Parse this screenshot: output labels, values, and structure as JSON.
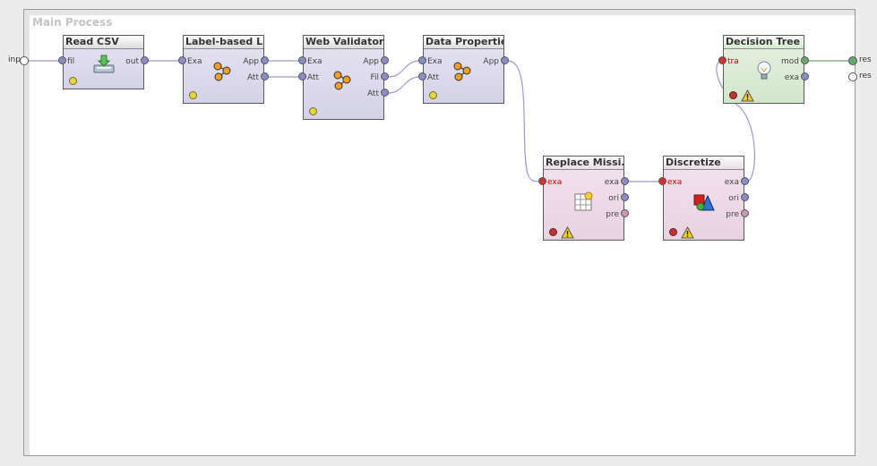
{
  "process": {
    "title": "Main Process"
  },
  "ports": {
    "input": "inp",
    "result1": "res",
    "result2": "res"
  },
  "operators": {
    "read_csv": {
      "title": "Read CSV",
      "in": [
        "fil"
      ],
      "out": [
        "out"
      ]
    },
    "label_based": {
      "title": "Label-based L...",
      "in": [
        "Exa"
      ],
      "out": [
        "App",
        "Att"
      ]
    },
    "web_validator": {
      "title": "Web Validator",
      "in": [
        "Exa",
        "Att"
      ],
      "out": [
        "App",
        "Fil",
        "Att"
      ]
    },
    "data_properties": {
      "title": "Data Properties",
      "in": [
        "Exa",
        "Att"
      ],
      "out": [
        "App"
      ]
    },
    "replace_missing": {
      "title": "Replace Missi...",
      "in": [
        "exa"
      ],
      "out": [
        "exa",
        "ori",
        "pre"
      ]
    },
    "discretize": {
      "title": "Discretize",
      "in": [
        "exa"
      ],
      "out": [
        "exa",
        "ori",
        "pre"
      ]
    },
    "decision_tree": {
      "title": "Decision Tree",
      "in": [
        "tra"
      ],
      "out": [
        "mod",
        "exa"
      ]
    }
  },
  "colors": {
    "wire": "#9a9ad4",
    "wire_green": "#6aa86a",
    "required_port": "#d00000"
  },
  "icons": {
    "read_csv": "database-import-icon",
    "label_based": "molecule-icon",
    "web_validator": "molecule-icon",
    "data_properties": "molecule-icon",
    "replace_missing": "table-star-icon",
    "discretize": "shapes-icon",
    "decision_tree": "lightbulb-icon",
    "warning": "warning-icon"
  }
}
